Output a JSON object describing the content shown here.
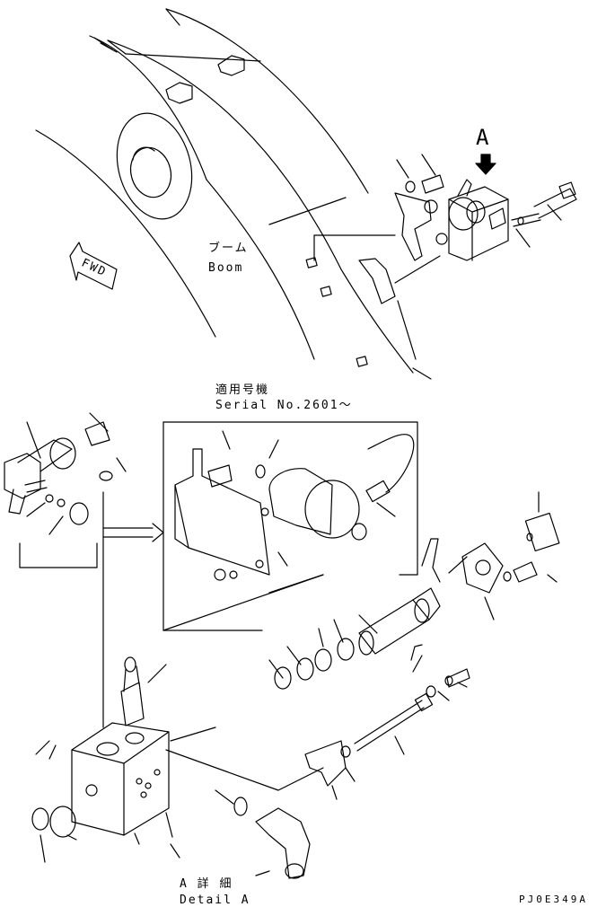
{
  "labels": {
    "view_a": "A",
    "boom_jp": "ブーム",
    "boom_en": "Boom",
    "fwd": "FWD",
    "serial_jp": "適用号機",
    "serial_en": "Serial No.2601〜",
    "detail_jp": "A 詳 細",
    "detail_en": "Detail A",
    "drawing_code": "PJ0E349A"
  },
  "colors": {
    "ink": "#000000",
    "paper": "#ffffff"
  }
}
